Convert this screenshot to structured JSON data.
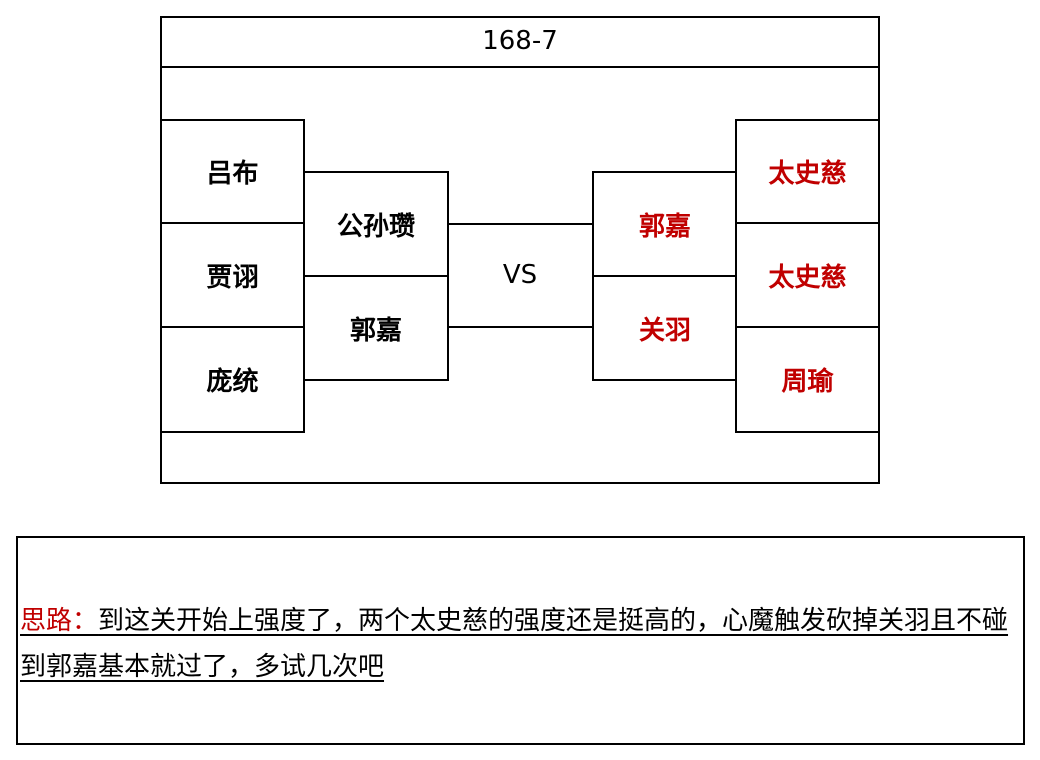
{
  "title": "168-7",
  "vs": "VS",
  "left": {
    "outer": [
      "吕布",
      "贾诩",
      "庞统"
    ],
    "inner": [
      "公孙瓒",
      "郭嘉"
    ]
  },
  "right": {
    "inner": [
      "郭嘉",
      "关羽"
    ],
    "outer": [
      "太史慈",
      "太史慈",
      "周瑜"
    ]
  },
  "notes": {
    "label": "思路：",
    "text": "到这关开始上强度了，两个太史慈的强度还是挺高的，心魔触发砍掉关羽且不碰到郭嘉基本就过了，多试几次吧"
  },
  "colors": {
    "enemy": "#c00000",
    "border": "#000000"
  }
}
